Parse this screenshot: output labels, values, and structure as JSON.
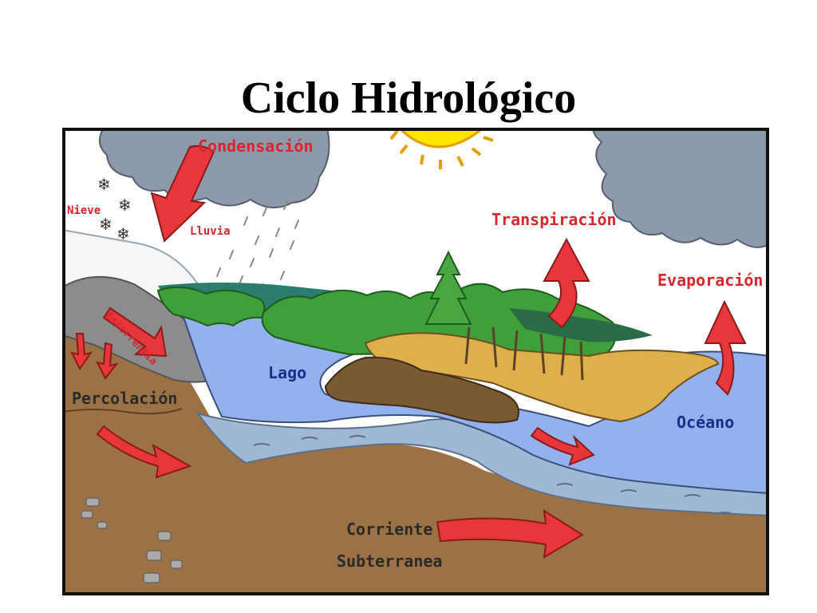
{
  "title": "Ciclo Hidrológico",
  "labels": {
    "condensation": "Condensación",
    "snow": "Nieve",
    "rain": "Lluvia",
    "transpiration": "Transpiración",
    "evaporation": "Evaporación",
    "runoff": "Escorrentía",
    "lake": "Lago",
    "ocean": "Océano",
    "percolation": "Percolación",
    "groundwater_1": "Corriente",
    "groundwater_2": "Subterranea"
  },
  "colors": {
    "arrow": "#e8373a",
    "arrow_text": "#d7272c",
    "water_label": "#1b2f8a",
    "ground_label": "#2a2a2a",
    "water": "#93b1ec",
    "deep_water": "#9fb8d6",
    "soil": "#9c7245",
    "cloud": "#8d9aab",
    "sun": "#ffe600",
    "sand": "#ddb04b",
    "forest": "#3f9f3b"
  }
}
